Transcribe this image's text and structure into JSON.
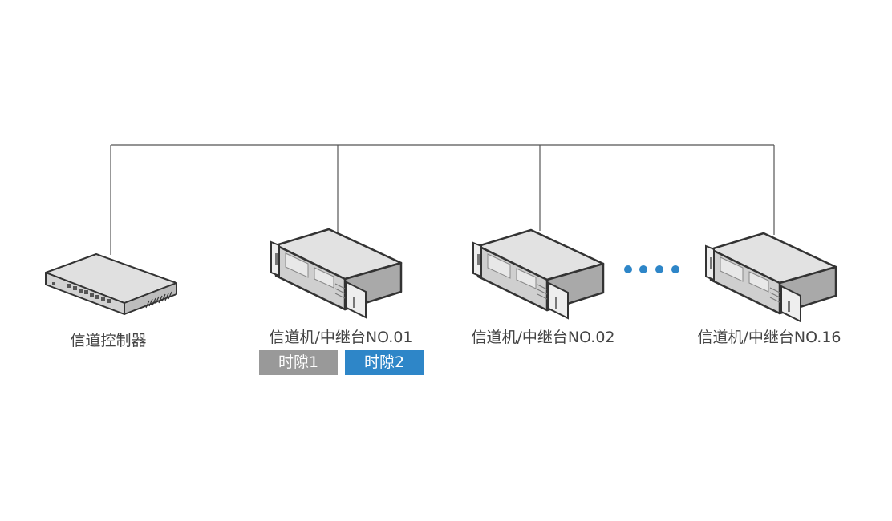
{
  "controller": {
    "label": "信道控制器",
    "icon": "network-switch-icon"
  },
  "repeaters": [
    {
      "label": "信道机/中继台NO.01",
      "icon": "rack-server-icon"
    },
    {
      "label": "信道机/中继台NO.02",
      "icon": "rack-server-icon"
    },
    {
      "label": "信道机/中继台NO.16",
      "icon": "rack-server-icon"
    }
  ],
  "timeslots": [
    {
      "label": "时隙1",
      "color": "#999999"
    },
    {
      "label": "时隙2",
      "color": "#2e86c8"
    }
  ],
  "colors": {
    "line": "#555555",
    "ellipsis": "#2e86c8"
  }
}
